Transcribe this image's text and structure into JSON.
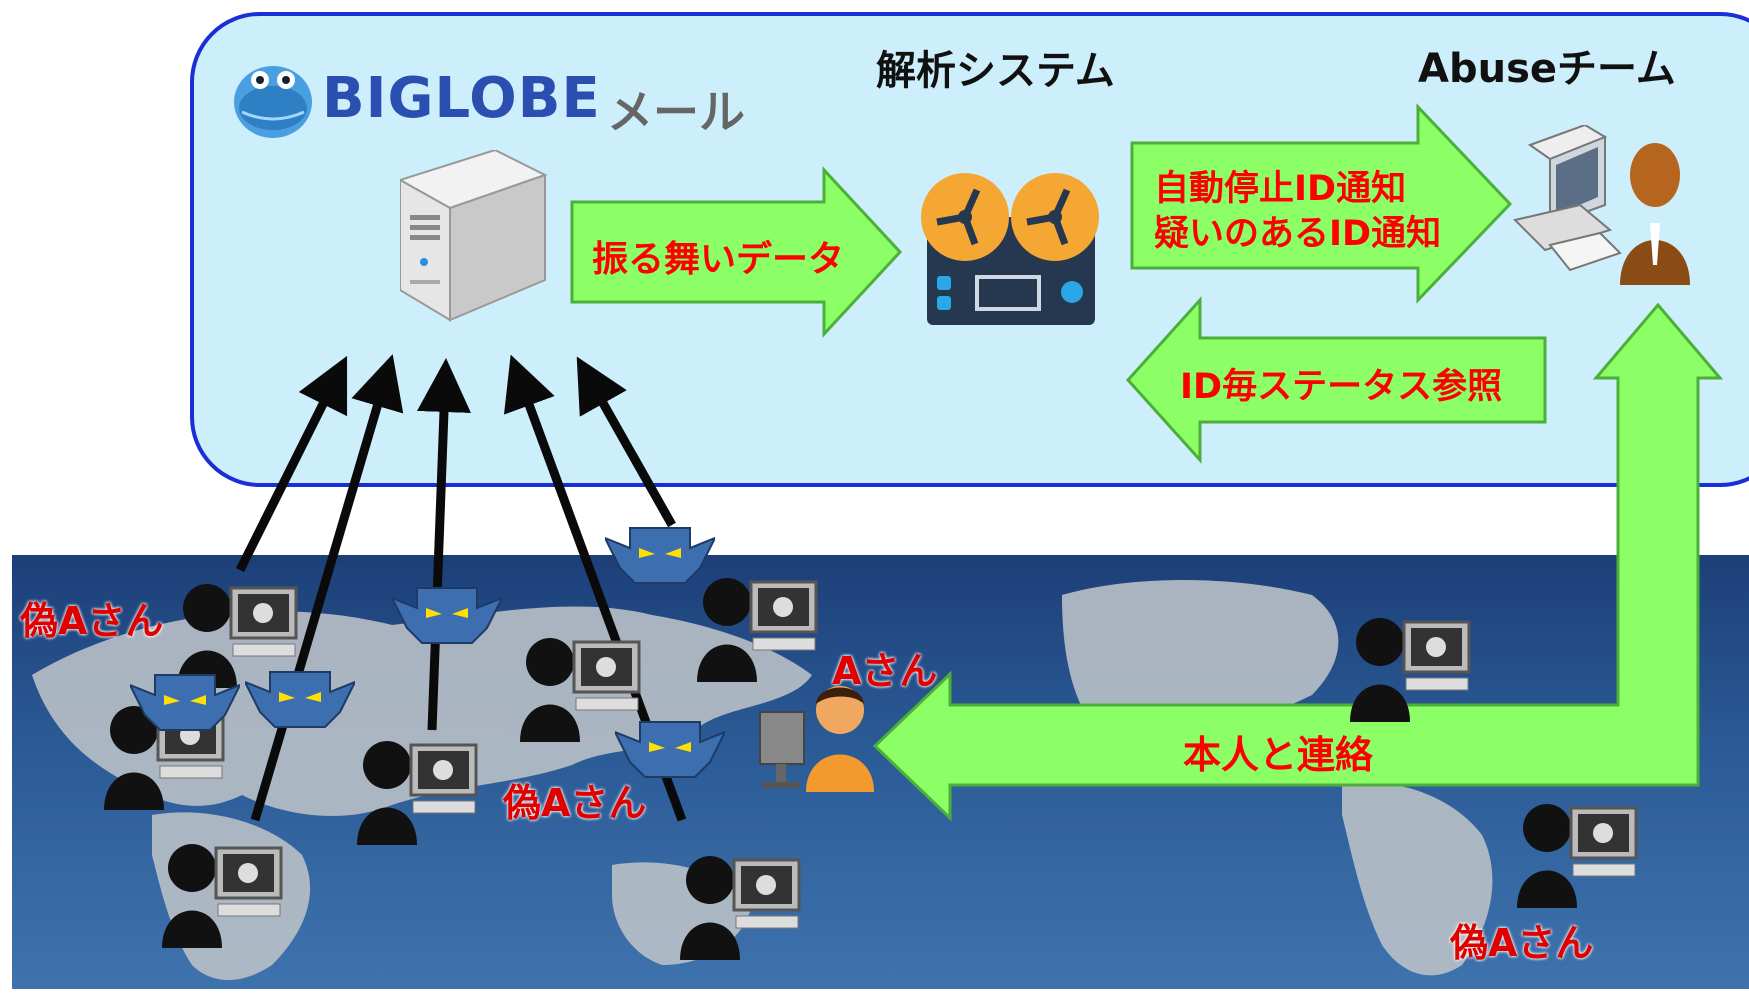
{
  "panel": {
    "logo_text": "BIGLOBE",
    "logo_sub": "メール",
    "analysis_heading": "解析システム",
    "abuse_heading": "Abuseチーム"
  },
  "arrows": {
    "behavior_data": "振る舞いデータ",
    "notify_line1": "自動停止ID通知",
    "notify_line2": "疑いのあるID通知",
    "status_ref": "ID毎ステータス参照",
    "contact": "本人と連絡"
  },
  "labels": {
    "fake_a_1": "偽Aさん",
    "fake_a_2": "偽Aさん",
    "fake_a_3": "偽Aさん",
    "real_a": "Aさん"
  },
  "colors": {
    "panel_border": "#1a2fd6",
    "panel_fill": "#cdeefb",
    "arrow_fill": "#8cff66",
    "label_red": "#e00000"
  },
  "icons": {
    "server": "server-icon",
    "tape": "tape-recorder-icon",
    "operator": "operator-pc-icon",
    "attacker": "attacker-pc-icon",
    "monster": "monster-icon",
    "user": "user-pc-icon"
  }
}
